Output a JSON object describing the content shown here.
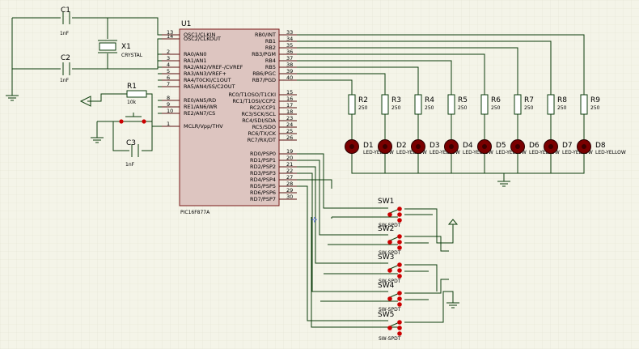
{
  "mcu": {
    "ref": "U1",
    "part": "PIC16F877A",
    "left_pins": [
      {
        "num": "13",
        "name": "OSC1/CLKIN"
      },
      {
        "num": "14",
        "name": "OSC2/CLKOUT"
      },
      {
        "num": "2",
        "name": "RA0/AN0"
      },
      {
        "num": "3",
        "name": "RA1/AN1"
      },
      {
        "num": "4",
        "name": "RA2/AN2/VREF-/CVREF"
      },
      {
        "num": "5",
        "name": "RA3/AN3/VREF+"
      },
      {
        "num": "6",
        "name": "RA4/T0CKI/C1OUT"
      },
      {
        "num": "7",
        "name": "RA5/AN4/SS/C2OUT"
      },
      {
        "num": "8",
        "name": "RE0/AN5/RD"
      },
      {
        "num": "9",
        "name": "RE1/AN6/WR"
      },
      {
        "num": "10",
        "name": "RE2/AN7/CS"
      },
      {
        "num": "1",
        "name": "MCLR/Vpp/THV"
      }
    ],
    "right_pins": [
      {
        "num": "33",
        "name": "RB0/INT"
      },
      {
        "num": "34",
        "name": "RB1"
      },
      {
        "num": "35",
        "name": "RB2"
      },
      {
        "num": "36",
        "name": "RB3/PGM"
      },
      {
        "num": "37",
        "name": "RB4"
      },
      {
        "num": "38",
        "name": "RB5"
      },
      {
        "num": "39",
        "name": "RB6/PGC"
      },
      {
        "num": "40",
        "name": "RB7/PGD"
      },
      {
        "num": "15",
        "name": "RC0/T1OSO/T1CKI"
      },
      {
        "num": "16",
        "name": "RC1/T1OSI/CCP2"
      },
      {
        "num": "17",
        "name": "RC2/CCP1"
      },
      {
        "num": "18",
        "name": "RC3/SCK/SCL"
      },
      {
        "num": "23",
        "name": "RC4/SDI/SDA"
      },
      {
        "num": "24",
        "name": "RC5/SDO"
      },
      {
        "num": "25",
        "name": "RC6/TX/CK"
      },
      {
        "num": "26",
        "name": "RC7/RX/DT"
      },
      {
        "num": "19",
        "name": "RD0/PSP0"
      },
      {
        "num": "20",
        "name": "RD1/PSP1"
      },
      {
        "num": "21",
        "name": "RD2/PSP2"
      },
      {
        "num": "22",
        "name": "RD3/PSP3"
      },
      {
        "num": "27",
        "name": "RD4/PSP4"
      },
      {
        "num": "28",
        "name": "RD5/PSP5"
      },
      {
        "num": "29",
        "name": "RD6/PSP6"
      },
      {
        "num": "30",
        "name": "RD7/PSP7"
      }
    ]
  },
  "capacitors": [
    {
      "ref": "C1",
      "value": "1nF"
    },
    {
      "ref": "C2",
      "value": "1nF"
    },
    {
      "ref": "C3",
      "value": "1nF"
    }
  ],
  "crystal": {
    "ref": "X1",
    "value": "CRYSTAL"
  },
  "pullup": {
    "ref": "R1",
    "value": "10k"
  },
  "resistors": [
    {
      "ref": "R2",
      "value": "250"
    },
    {
      "ref": "R3",
      "value": "250"
    },
    {
      "ref": "R4",
      "value": "250"
    },
    {
      "ref": "R5",
      "value": "250"
    },
    {
      "ref": "R6",
      "value": "250"
    },
    {
      "ref": "R7",
      "value": "250"
    },
    {
      "ref": "R8",
      "value": "250"
    },
    {
      "ref": "R9",
      "value": "250"
    }
  ],
  "leds": [
    {
      "ref": "D1",
      "type": "LED-YELLOW"
    },
    {
      "ref": "D2",
      "type": "LED-YELLOW"
    },
    {
      "ref": "D3",
      "type": "LED-YELLOW"
    },
    {
      "ref": "D4",
      "type": "LED-YELLOW"
    },
    {
      "ref": "D5",
      "type": "LED-YELLOW"
    },
    {
      "ref": "D6",
      "type": "LED-YELLOW"
    },
    {
      "ref": "D7",
      "type": "LED-YELLOW"
    },
    {
      "ref": "D8",
      "type": "LED-YELLOW"
    }
  ],
  "switches": [
    {
      "ref": "SW1",
      "type": "SW-SPDT"
    },
    {
      "ref": "SW2",
      "type": "SW-SPDT"
    },
    {
      "ref": "SW3",
      "type": "SW-SPDT"
    },
    {
      "ref": "SW4",
      "type": "SW-SPDT"
    },
    {
      "ref": "SW5",
      "type": "SW-SPDT"
    }
  ],
  "colors": {
    "background": "#f4f4e8",
    "wire": "#0b3d0b",
    "chip_body": "#ddc5c0",
    "chip_outline": "#7a1a1a",
    "led_body": "#7a0000",
    "pin_dot": "#cc0000",
    "grid": "#e2e2d2"
  }
}
